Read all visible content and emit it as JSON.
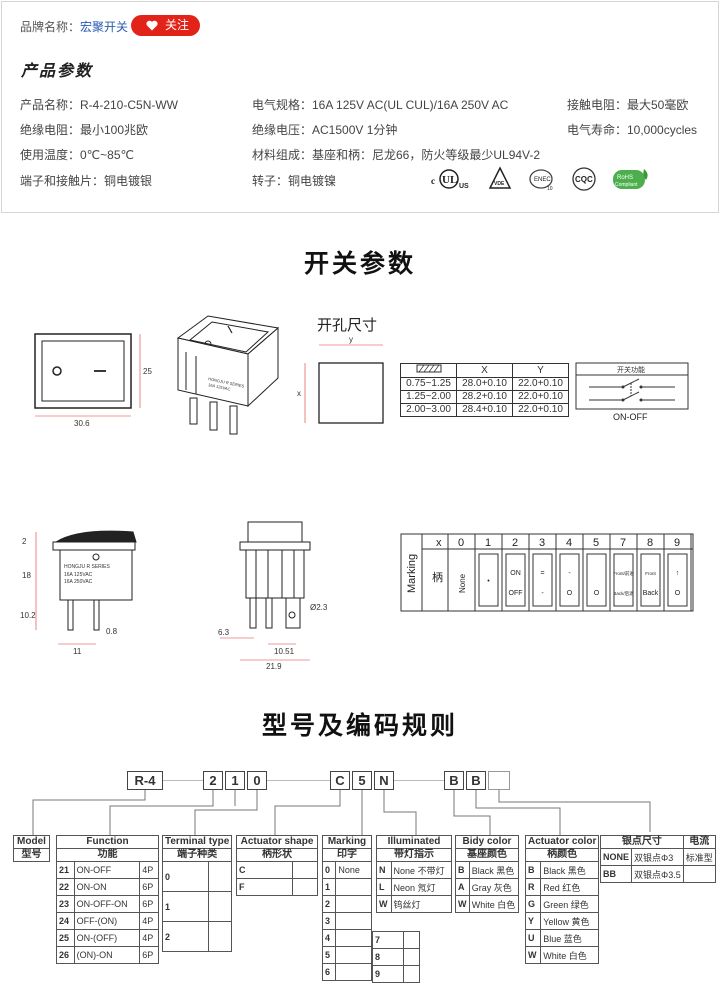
{
  "brand": {
    "label": "品牌名称：",
    "value": "宏聚开关",
    "follow_label": "关注"
  },
  "params_title": "产品参数",
  "params": [
    "产品名称：R-4-210-C5N-WW",
    "电气规格：16A  125V  AC(UL CUL)/16A 250V  AC",
    "接触电阻：最大50毫欧",
    "绝缘电阻：最小100兆欧",
    "绝缘电压：AC1500V 1分钟",
    "电气寿命：10,000cycles",
    "使用温度：0℃~85℃",
    "材料组成：基座和柄：尼龙66，防火等级最少UL94V-2",
    "端子和接触片：铜电镀银",
    "转子：铜电镀镍"
  ],
  "certs": [
    "c UL us",
    "VDE",
    "ENEC 10",
    "CQC",
    "RoHS Compliant"
  ],
  "switch_title": "开关参数",
  "hole_title": "开孔尺寸",
  "dims": {
    "w": "30.6",
    "h": "25",
    "x": "x",
    "y": "y",
    "d2": "2",
    "d18": "18",
    "d102": "10.2",
    "d11": "11",
    "d08": "0.8",
    "d63": "6.3",
    "d1051": "10.51",
    "d219": "21.9",
    "d23": "Ø2.3"
  },
  "switch_label": {
    "brand": "HONGJU",
    "series": "R SERIES",
    "r1": "16A 125VAC",
    "r2": "16A 250VAC"
  },
  "hole_table": {
    "headers": [
      "",
      "X",
      "Y"
    ],
    "rows": [
      [
        "0.75~1.25",
        "28.0+0.10",
        "22.0+0.10"
      ],
      [
        "1.25~2.00",
        "28.2+0.10",
        "22.0+0.10"
      ],
      [
        "2.00~3.00",
        "28.4+0.10",
        "22.0+0.10"
      ]
    ]
  },
  "func_box": {
    "title": "开关功能",
    "caption": "ON-OFF"
  },
  "marking": {
    "side_label": "Marking",
    "x_label": "x",
    "handle_label": "柄",
    "cols": [
      "0",
      "1",
      "2",
      "3",
      "4",
      "5",
      "7",
      "8",
      "9"
    ],
    "cells": [
      "None",
      "•",
      "ON|OFF",
      "=|-",
      "-|O",
      "|O",
      "Front/前进|Back/后退",
      "Front|Back",
      "↑|O"
    ]
  },
  "code_title": "型号及编码规则",
  "code_parts": [
    "R-4",
    "2",
    "1",
    "0",
    "C",
    "5",
    "N",
    "B",
    "B",
    ""
  ],
  "code_tables": {
    "model": {
      "h1": "Model",
      "h2": "型号"
    },
    "function": {
      "h1": "Function",
      "h2": "功能",
      "rows": [
        [
          "21",
          "ON-OFF",
          "4P"
        ],
        [
          "22",
          "ON-ON",
          "6P"
        ],
        [
          "23",
          "ON-OFF-ON",
          "6P"
        ],
        [
          "24",
          "OFF-(ON)",
          "4P"
        ],
        [
          "25",
          "ON-(OFF)",
          "4P"
        ],
        [
          "26",
          "(ON)-ON",
          "6P"
        ]
      ]
    },
    "terminal": {
      "h1": "Terminal type",
      "h2": "端子种类",
      "rows": [
        "0",
        "1",
        "2"
      ]
    },
    "actuator": {
      "h1": "Actuator shape",
      "h2": "柄形状",
      "rows": [
        "C",
        "F"
      ]
    },
    "marking": {
      "h1": "Marking",
      "h2": "印字",
      "rows": [
        "0",
        "1",
        "2",
        "3",
        "4",
        "5",
        "6"
      ],
      "extra": [
        "7",
        "8",
        "9"
      ],
      "none": "None"
    },
    "illum": {
      "h1": "Illuminated",
      "h2": "带灯指示",
      "rows": [
        [
          "N",
          "None 不带灯"
        ],
        [
          "L",
          "Neon 氖灯"
        ],
        [
          "W",
          "钨丝灯"
        ]
      ]
    },
    "body": {
      "h1": "Bidy color",
      "h2": "基座颜色",
      "rows": [
        [
          "B",
          "Black 黑色"
        ],
        [
          "A",
          "Gray 灰色"
        ],
        [
          "W",
          "White 白色"
        ]
      ]
    },
    "act_color": {
      "h1": "Actuator color",
      "h2": "柄颜色",
      "rows": [
        [
          "B",
          "Black 黑色"
        ],
        [
          "R",
          "Red 红色"
        ],
        [
          "G",
          "Green 绿色"
        ],
        [
          "Y",
          "Yellow 黄色"
        ],
        [
          "U",
          "Blue 蓝色"
        ],
        [
          "W",
          "White 白色"
        ]
      ]
    },
    "silver": {
      "h1": "银点尺寸",
      "h2": "电流",
      "rows": [
        [
          "NONE",
          "双银点Φ3",
          "标准型"
        ],
        [
          "BB",
          "双银点Φ3.5",
          ""
        ]
      ]
    }
  }
}
